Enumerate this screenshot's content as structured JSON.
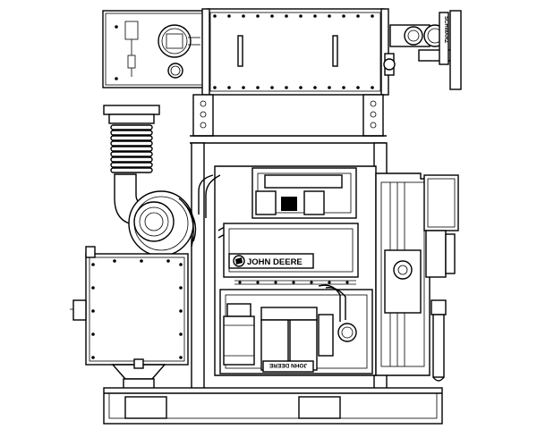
{
  "labels": {
    "engine_brand": "JOHN DEERE",
    "filter_text": "JOHN DEERE",
    "valve_tag": "SCHWARZ"
  },
  "colors": {
    "line": "#000000",
    "background": "#ffffff"
  }
}
